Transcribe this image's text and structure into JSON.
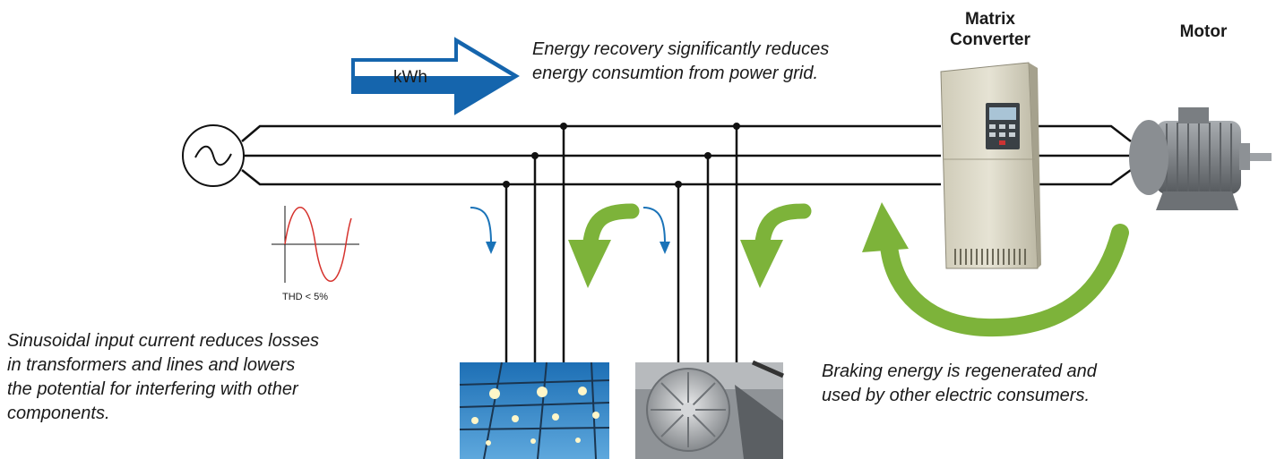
{
  "arrow": {
    "label": "kWh"
  },
  "labels": {
    "matrix_converter": [
      "Matrix",
      "Converter"
    ],
    "motor": "Motor",
    "energy_recovery": [
      "Energy recovery significantly reduces",
      "energy consumtion from power grid."
    ],
    "thd": "THD < 5%",
    "sinusoidal": [
      "Sinusoidal input current reduces losses",
      "in transformers and lines and lowers",
      "the potential for interfering with other",
      "components."
    ],
    "braking": [
      "Braking energy is regenerated and",
      "used by other electric consumers."
    ]
  },
  "colors": {
    "grid_arrow_blue": "#1565ad",
    "flow_blue": "#1a73b8",
    "regen_green": "#7db33a",
    "sine_red": "#d6332e",
    "wire": "#111111"
  },
  "icons": [
    "ac-source-icon",
    "sine-wave-icon",
    "matrix-converter-image",
    "motor-image",
    "lighting-image",
    "ventilation-fan-image"
  ]
}
